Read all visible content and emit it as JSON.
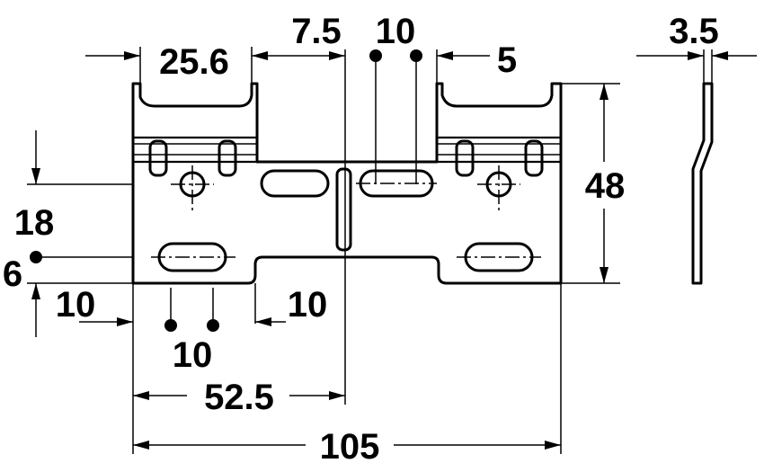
{
  "drawing": {
    "units": "mm",
    "dimensions": {
      "top_left_width": "25.6",
      "center_offset": "7.5",
      "slot_pitch_top": "10",
      "right_tab_offset": "5",
      "thickness": "3.5",
      "height": "48",
      "left_vertical_outer": "18",
      "left_vertical_inner": "6",
      "left_horizontal": "10",
      "center_bottom_offset": "10",
      "bottom_slot_pitch": "10",
      "half_width": "52.5",
      "overall_width": "105"
    }
  }
}
